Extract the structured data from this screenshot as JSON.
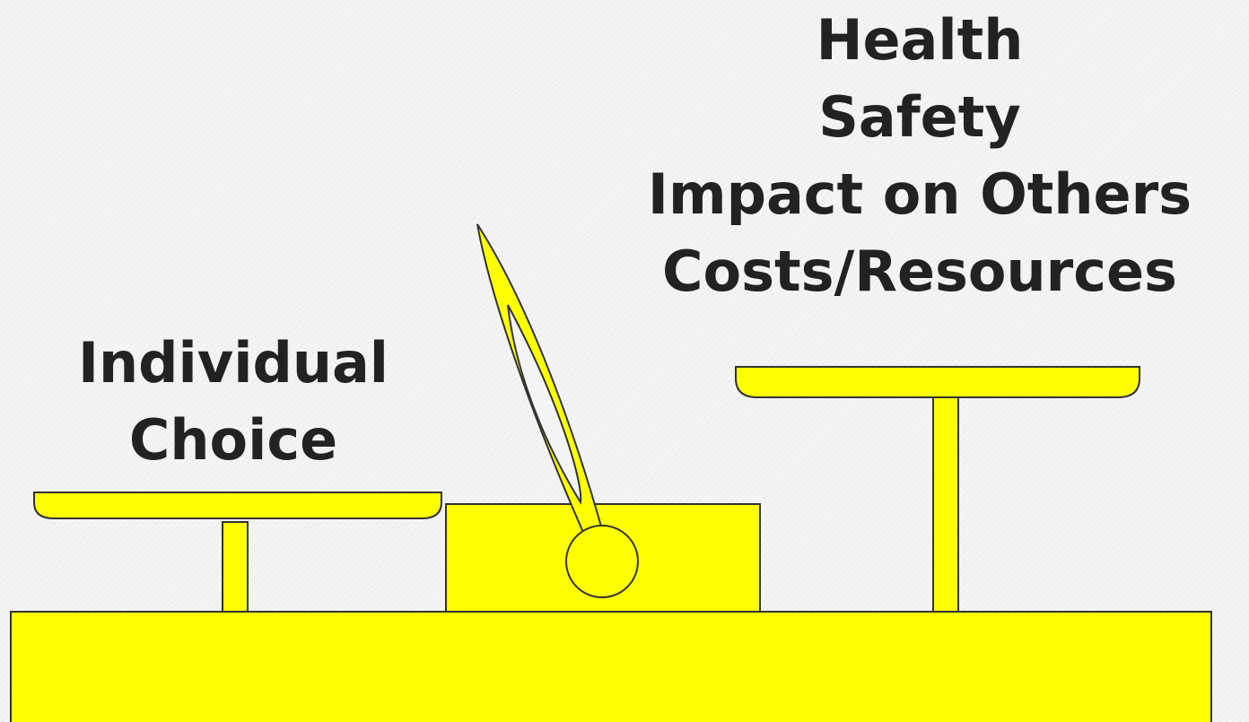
{
  "diagram": {
    "left_pan_label": [
      "Individual",
      "Choice"
    ],
    "right_pan_label": [
      "Health",
      "Safety",
      "Impact on Others",
      "Costs/Resources"
    ],
    "colors": {
      "scale_fill": "#ffff00",
      "outline": "#333333",
      "text": "#222222",
      "background": "#f4f4f4"
    }
  }
}
